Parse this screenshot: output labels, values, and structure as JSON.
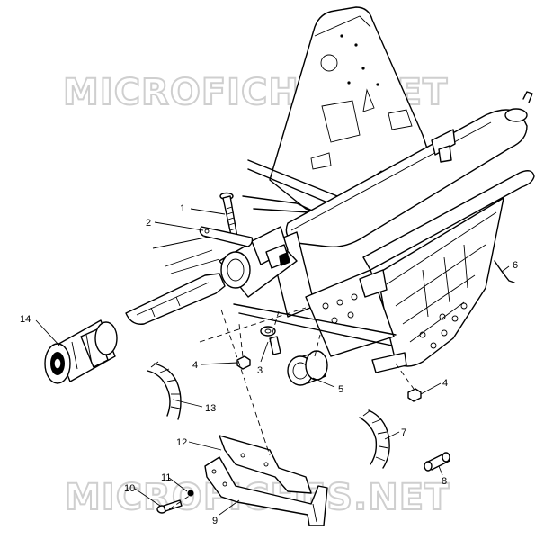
{
  "watermark": {
    "top": "MICROFICHES.NET",
    "bottom": "MICROFICHES.NET"
  },
  "callouts": {
    "c1": "1",
    "c2": "2",
    "c3": "3",
    "c4a": "4",
    "c4b": "4",
    "c5": "5",
    "c6": "6",
    "c7": "7",
    "c8": "8",
    "c9": "9",
    "c10": "10",
    "c11": "11",
    "c12": "12",
    "c13": "13",
    "c14": "14"
  }
}
